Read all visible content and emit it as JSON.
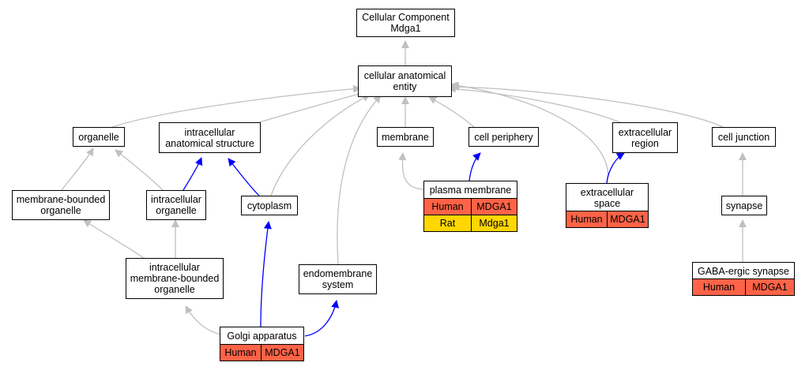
{
  "nodes": {
    "cc_root": {
      "label": "Cellular Component\nMdga1"
    },
    "cae": {
      "label": "cellular anatomical\nentity"
    },
    "organelle": {
      "label": "organelle"
    },
    "ias": {
      "label": "intracellular\nanatomical structure"
    },
    "membrane": {
      "label": "membrane"
    },
    "cell_periphery": {
      "label": "cell periphery"
    },
    "extracellular_region": {
      "label": "extracellular\nregion"
    },
    "cell_junction": {
      "label": "cell junction"
    },
    "mbo": {
      "label": "membrane-bounded\norganelle"
    },
    "intra_org": {
      "label": "intracellular\norganelle"
    },
    "cytoplasm": {
      "label": "cytoplasm"
    },
    "plasma_membrane": {
      "label": "plasma membrane"
    },
    "extracellular_space": {
      "label": "extracellular\nspace"
    },
    "synapse": {
      "label": "synapse"
    },
    "imbo": {
      "label": "intracellular\nmembrane-bounded\norganelle"
    },
    "endomembrane": {
      "label": "endomembrane\nsystem"
    },
    "gaba_synapse": {
      "label": "GABA-ergic synapse"
    },
    "golgi": {
      "label": "Golgi apparatus"
    }
  },
  "annotations": {
    "plasma_membrane": [
      {
        "species": "Human",
        "gene": "MDGA1",
        "color": "#ff6347"
      },
      {
        "species": "Rat",
        "gene": "Mdga1",
        "color": "#ffd700"
      }
    ],
    "extracellular_space": [
      {
        "species": "Human",
        "gene": "MDGA1",
        "color": "#ff6347"
      }
    ],
    "gaba_synapse": [
      {
        "species": "Human",
        "gene": "MDGA1",
        "color": "#ff6347"
      }
    ],
    "golgi": [
      {
        "species": "Human",
        "gene": "MDGA1",
        "color": "#ff6347"
      }
    ]
  },
  "edge_colors": {
    "is_a": "#c0c0c0",
    "part_of": "#0000ff"
  }
}
